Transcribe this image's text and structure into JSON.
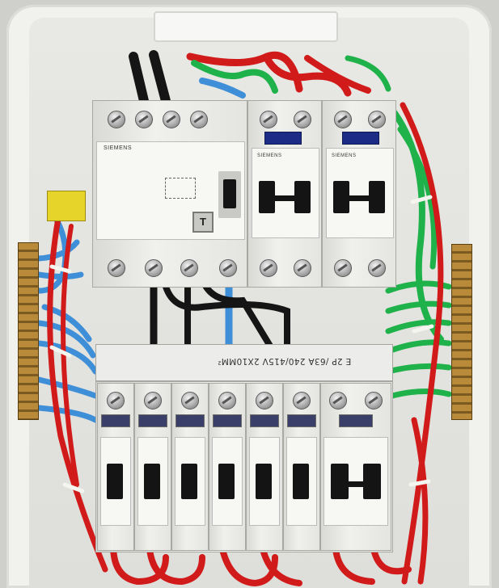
{
  "scene": {
    "description_free": true
  },
  "labels": {
    "rcd_brand": "SIEMENS",
    "mcb_brand": "SIEMENS",
    "rcd_test_button": "T",
    "busbar_rating": "E 2P /63A 240/415V 2X10MM²"
  },
  "colors": {
    "enclosure": "#f1f1ee",
    "wire_red": "#d11a1a",
    "wire_blue": "#3f8fd8",
    "wire_green": "#1fb24a",
    "wire_black": "#151515",
    "breaker_label": "#1b2b86"
  },
  "icons": {
    "terminal": "screw-terminal-icon",
    "busbar": "terminal-busbar-icon"
  }
}
